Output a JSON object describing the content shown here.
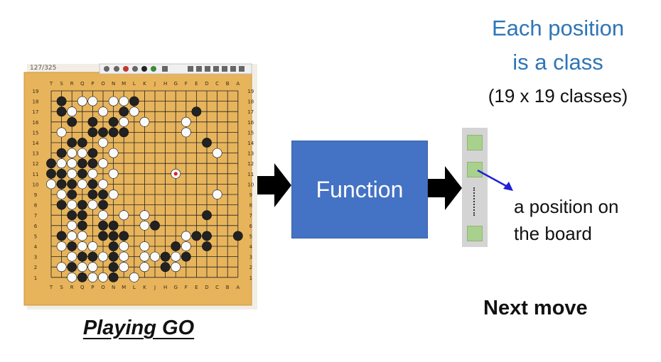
{
  "diagram": {
    "input_caption": "Playing GO",
    "function_label": "Function",
    "title_line1": "Each position",
    "title_line2": "is a class",
    "subtitle": "(19 x 19 classes)",
    "annotation_line1": "a position on",
    "annotation_line2": "the board",
    "output_label": "Next move",
    "board_header_number": "127/325",
    "board_col_letters": "ABCDEFGHJKLMNOPQRST",
    "colors": {
      "board": "#e7b45c",
      "function_box": "#4472c4",
      "output_cell": "#a9d18e",
      "title": "#2e75b6",
      "annotation_arrow": "#1f1fd6"
    }
  }
}
